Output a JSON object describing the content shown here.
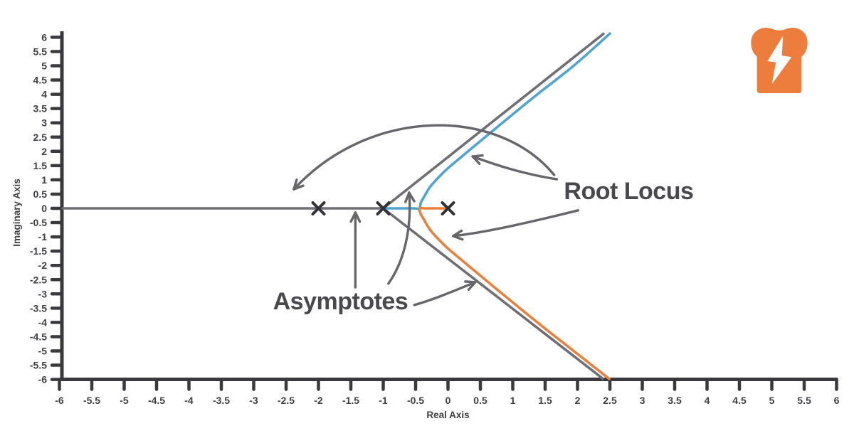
{
  "figure": {
    "kind": "root-locus-plot",
    "background": "#FFFFFF"
  },
  "logo": {
    "name": "toast-lightning-logo",
    "toast_color": "#ED7D3C",
    "bolt_color": "#FFFFFF"
  },
  "colors": {
    "axis": "#3A3A3E",
    "tick_text": "#3E3E43",
    "curve_gray": "#6F6F74",
    "arrow_gray": "#66666B",
    "pole_marker": "#323236",
    "blue_branch": "#4FA5CF",
    "orange_branch": "#E8813E",
    "annotation_text": "#48484D"
  },
  "chart_data": {
    "type": "line",
    "title": "",
    "xlabel": "Real Axis",
    "ylabel": "Imaginary Axis",
    "xlim": [
      -6,
      6
    ],
    "ylim": [
      -6,
      6
    ],
    "tick_step": 0.5,
    "grid": false,
    "legend": "none",
    "x_tick_labels": [
      "-6",
      "-5.5",
      "-5",
      "-4.5",
      "-4",
      "-3.5",
      "-3",
      "-2.5",
      "-2",
      "-1.5",
      "-1",
      "-0.5",
      "0",
      "0.5",
      "1",
      "1.5",
      "2",
      "2.5",
      "3",
      "3.5",
      "4",
      "4.5",
      "5",
      "5.5",
      "6"
    ],
    "y_tick_labels": [
      "6",
      "5.5",
      "5",
      "4.5",
      "4",
      "3.5",
      "3",
      "2.5",
      "2",
      "1.5",
      "1",
      "0.5",
      "0",
      "-0.5",
      "-1",
      "-1.5",
      "-2",
      "-2.5",
      "-3",
      "-3.5",
      "-4",
      "-4.5",
      "-5",
      "-5.5",
      "-6"
    ],
    "poles": [
      [
        -2,
        0
      ],
      [
        -1,
        0
      ],
      [
        0,
        0
      ]
    ],
    "breakaway_point": [
      -0.44,
      0
    ],
    "asymptote_centroid": [
      -1,
      0
    ],
    "series": [
      {
        "name": "real-axis-branch-and-180deg-asymptote",
        "color": "#6F6F74",
        "points": [
          [
            -5.95,
            0
          ],
          [
            -1,
            0
          ]
        ]
      },
      {
        "name": "asymptote-plus-60deg",
        "color": "#6F6F74",
        "points": [
          [
            -1,
            0
          ],
          [
            2.4,
            6.12
          ]
        ]
      },
      {
        "name": "asymptote-minus-60deg",
        "color": "#6F6F74",
        "points": [
          [
            -1,
            0
          ],
          [
            2.39,
            -5.97
          ]
        ]
      },
      {
        "name": "upper-complex-branch",
        "color": "#4FA5CF",
        "points": [
          [
            -1,
            0
          ],
          [
            -0.7,
            0
          ],
          [
            -0.52,
            0
          ],
          [
            -0.44,
            0
          ],
          [
            -0.42,
            0.2
          ],
          [
            -0.37,
            0.4
          ],
          [
            -0.32,
            0.6
          ],
          [
            -0.26,
            0.8
          ],
          [
            -0.14,
            1.1
          ],
          [
            0,
            1.41
          ],
          [
            0.31,
            2
          ],
          [
            0.84,
            3
          ],
          [
            1.38,
            4
          ],
          [
            1.94,
            5
          ],
          [
            2.5,
            6.13
          ]
        ]
      },
      {
        "name": "lower-complex-branch",
        "color": "#E8813E",
        "points": [
          [
            0,
            0
          ],
          [
            -0.2,
            0
          ],
          [
            -0.36,
            0
          ],
          [
            -0.44,
            0
          ],
          [
            -0.42,
            -0.2
          ],
          [
            -0.37,
            -0.4
          ],
          [
            -0.32,
            -0.6
          ],
          [
            -0.26,
            -0.8
          ],
          [
            -0.14,
            -1.1
          ],
          [
            0,
            -1.41
          ],
          [
            0.31,
            -2
          ],
          [
            0.84,
            -3
          ],
          [
            1.38,
            -4
          ],
          [
            1.94,
            -5
          ],
          [
            2.49,
            -5.98
          ]
        ]
      }
    ],
    "annotations": [
      {
        "label": "Root Locus",
        "anchor": [
          2.79,
          0.62
        ],
        "arrows": [
          {
            "name": "to-left-real-branch",
            "from": [
              1.64,
              1.17
            ],
            "c1": [
              0.77,
              3.57
            ],
            "c2": [
              -1.2,
              3.57
            ],
            "to": [
              -2.38,
              0.67
            ]
          },
          {
            "name": "to-blue-branch",
            "from": [
              1.68,
              1.02
            ],
            "c1": [
              1.13,
              1.22
            ],
            "c2": [
              0.7,
              1.55
            ],
            "to": [
              0.38,
              1.82
            ]
          },
          {
            "name": "to-orange-branch",
            "from": [
              2.01,
              -0.07
            ],
            "c1": [
              1.3,
              -0.47
            ],
            "c2": [
              0.58,
              -0.85
            ],
            "to": [
              0.08,
              -0.97
            ]
          }
        ]
      },
      {
        "label": "Asymptotes",
        "anchor": [
          -1.66,
          -3.24
        ],
        "arrows": [
          {
            "name": "to-180deg-asymptote",
            "from": [
              -1.43,
              -2.77
            ],
            "c1": [
              -1.43,
              -2.0
            ],
            "c2": [
              -1.43,
              -0.8
            ],
            "to": [
              -1.43,
              -0.15
            ]
          },
          {
            "name": "to-plus-60deg-asymptote",
            "from": [
              -0.92,
              -2.64
            ],
            "c1": [
              -0.68,
              -1.87
            ],
            "c2": [
              -0.555,
              -0.72
            ],
            "to": [
              -0.6,
              0.55
            ]
          },
          {
            "name": "to-minus-60deg-asymptote",
            "from": [
              -0.52,
              -3.39
            ],
            "c1": [
              -0.21,
              -3.19
            ],
            "c2": [
              0.12,
              -2.87
            ],
            "to": [
              0.42,
              -2.59
            ]
          }
        ]
      }
    ]
  }
}
